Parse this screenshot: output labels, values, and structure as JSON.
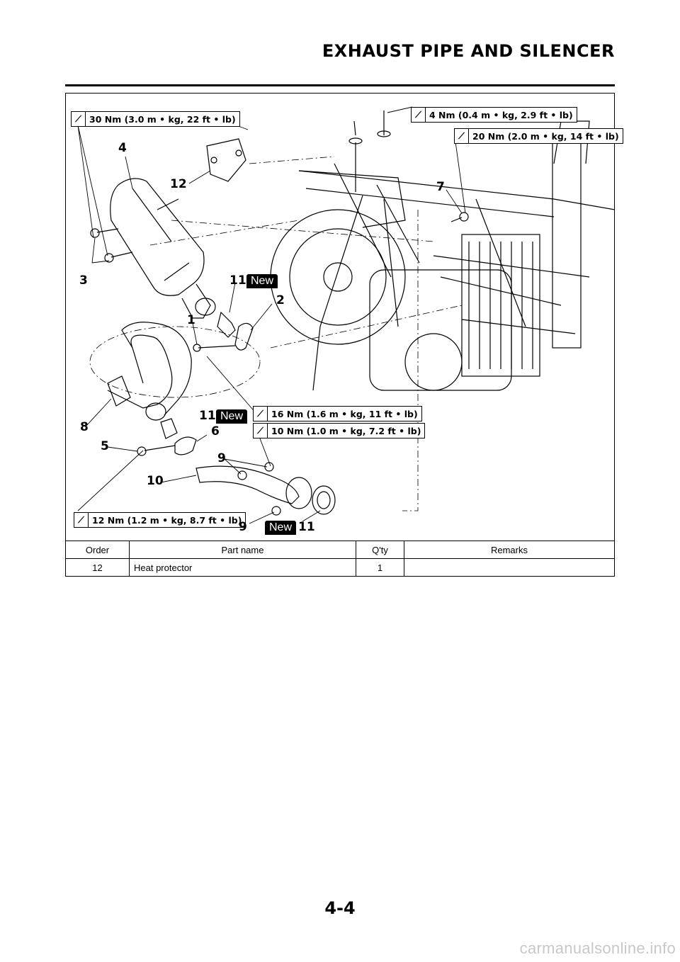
{
  "header": {
    "title": "EXHAUST PIPE AND SILENCER"
  },
  "torque_specs": [
    "30 Nm (3.0 m • kg, 22 ft • lb)",
    "4 Nm (0.4 m • kg, 2.9 ft • lb)",
    "20 Nm (2.0 m • kg, 14 ft • lb)",
    "16 Nm (1.6 m • kg, 11 ft • lb)",
    "10 Nm (1.0 m • kg, 7.2 ft • lb)",
    "12 Nm (1.2 m • kg, 8.7 ft • lb)"
  ],
  "callouts": {
    "c1": "1",
    "c2": "2",
    "c3": "3",
    "c4": "4",
    "c5": "5",
    "c6": "6",
    "c7": "7",
    "c8": "8",
    "c9a": "9",
    "c9b": "9",
    "c10": "10",
    "c11a": "11",
    "c11b": "11",
    "c11c": "11",
    "c12": "12"
  },
  "new_badge": "New",
  "table": {
    "headers": [
      "Order",
      "Part name",
      "Q'ty",
      "Remarks"
    ],
    "rows": [
      {
        "order": "12",
        "part": "Heat protector",
        "qty": "1",
        "remarks": ""
      }
    ]
  },
  "page_number": "4-4",
  "watermark": "carmanualsonline.info"
}
